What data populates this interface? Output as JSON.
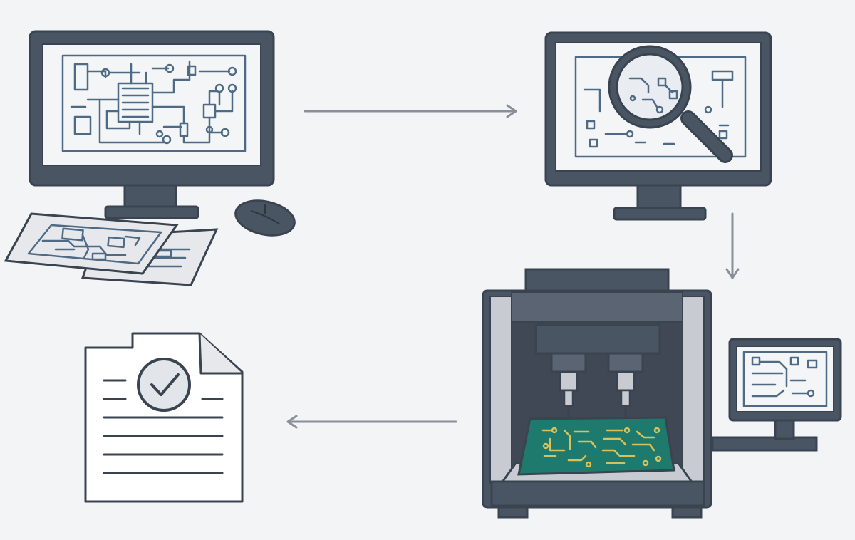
{
  "diagram": {
    "type": "process-flow",
    "steps": [
      {
        "id": "design",
        "icon": "pcb-design-workstation-icon"
      },
      {
        "id": "review",
        "icon": "design-inspection-monitor-icon"
      },
      {
        "id": "manufacture",
        "icon": "pcb-milling-machine-icon"
      },
      {
        "id": "approval",
        "icon": "approved-document-icon"
      }
    ],
    "flow": [
      {
        "from": "design",
        "to": "review",
        "direction": "right"
      },
      {
        "from": "review",
        "to": "manufacture",
        "direction": "down"
      },
      {
        "from": "manufacture",
        "to": "approval",
        "direction": "left"
      }
    ]
  },
  "colors": {
    "background": "#f3f4f6",
    "outline": "#3a4350",
    "monitor_body": "#4a5563",
    "screen": "#f4f5f7",
    "circuit_line": "#4f6a84",
    "arrow": "#8a9099",
    "pcb_board": "#1f7a6e",
    "pcb_trace": "#d6c15a",
    "machine_side": "#c8ccd2",
    "paper": "#ffffff"
  }
}
